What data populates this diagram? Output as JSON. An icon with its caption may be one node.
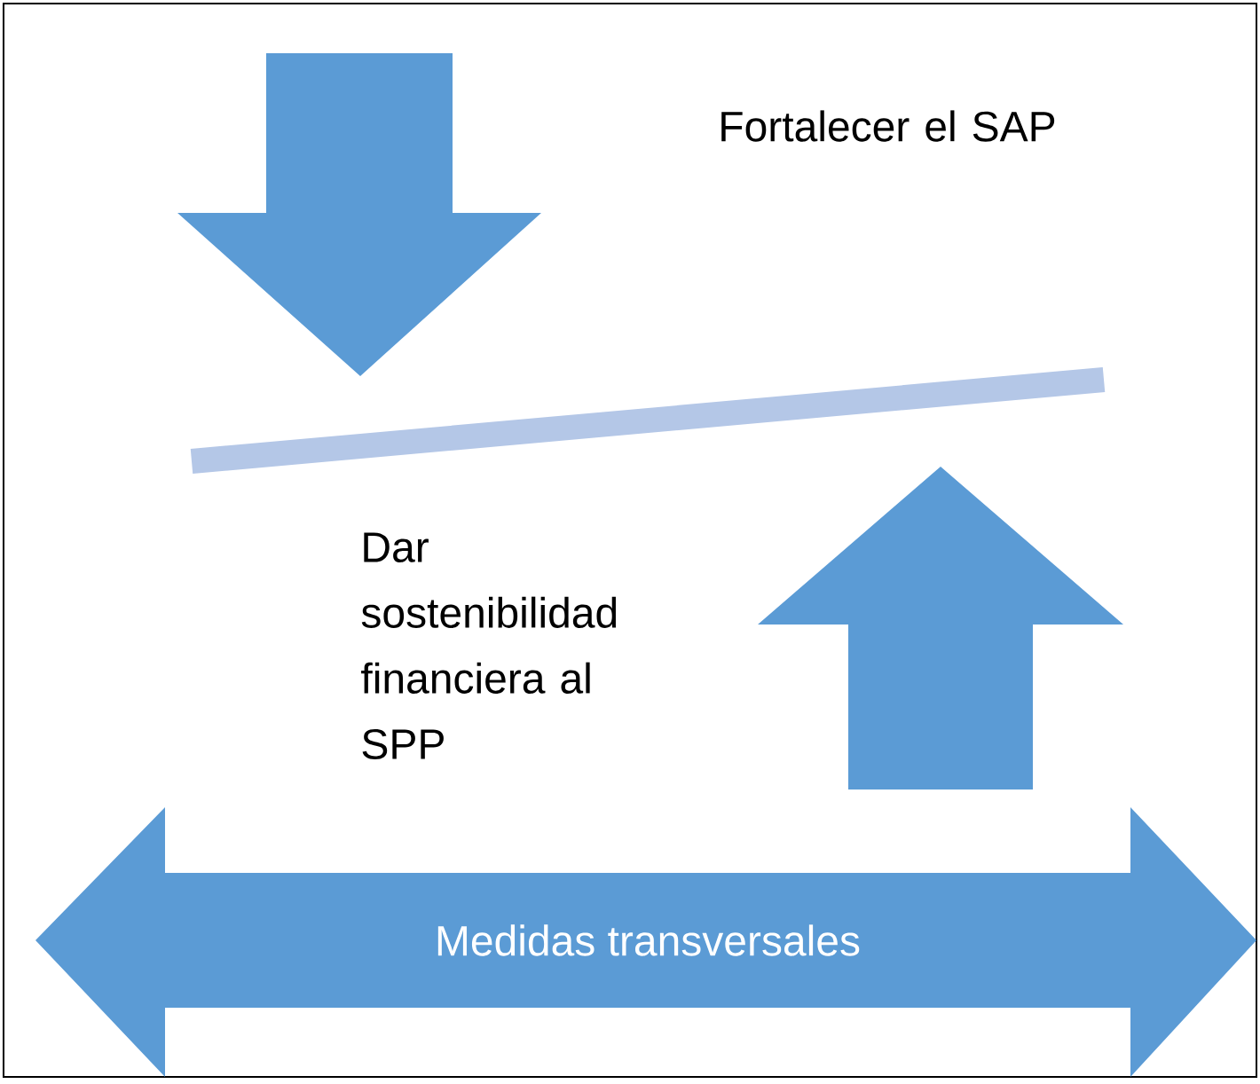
{
  "diagram": {
    "nodes": [
      {
        "text": [
          "Medidas transversales"
        ]
      }
    ],
    "labels": [
      "Fortalecer el SAP",
      "Dar sostenibilidad financiera al SPP"
    ]
  }
}
